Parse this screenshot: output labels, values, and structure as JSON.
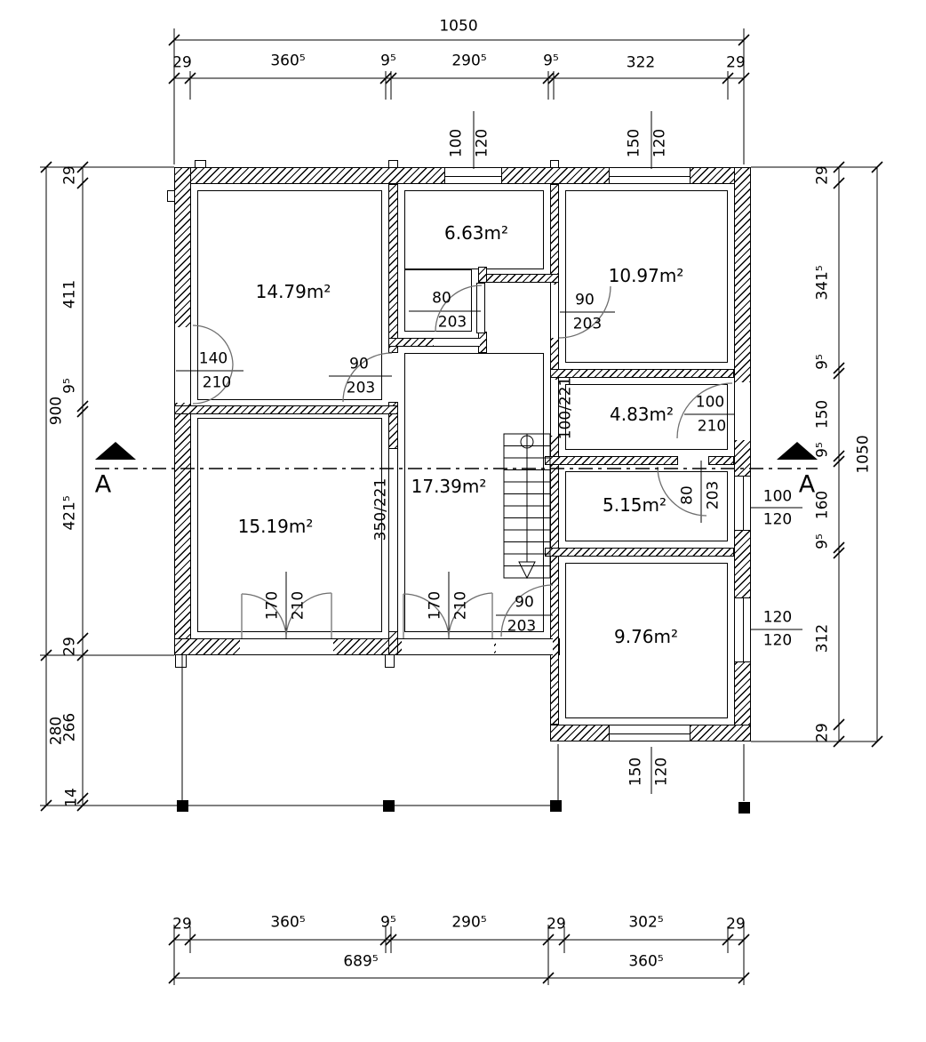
{
  "drawing": {
    "section_marker": "A",
    "rooms": {
      "r1479": "14.79m²",
      "r663": "6.63m²",
      "r1097": "10.97m²",
      "r483": "4.83m²",
      "r1739": "17.39m²",
      "r515": "5.15m²",
      "r1519": "15.19m²",
      "r976": "9.76m²"
    },
    "doors": {
      "left_entry": {
        "w": "140",
        "h": "210"
      },
      "living_upper": {
        "w": "90",
        "h": "203"
      },
      "mid_upper": {
        "w": "80",
        "h": "203"
      },
      "upper_right": {
        "w": "90",
        "h": "203"
      },
      "right_balcony": {
        "w": "100",
        "h": "210"
      },
      "small_right": {
        "w": "80",
        "h": "203"
      },
      "main_entry": {
        "w": "90",
        "h": "203"
      },
      "french_left": {
        "w": "170",
        "h": "210"
      },
      "french_mid": {
        "w": "170",
        "h": "210"
      }
    },
    "windows": {
      "top_left": {
        "w": "100",
        "h": "120"
      },
      "top_right": {
        "w": "150",
        "h": "120"
      },
      "right_upper": {
        "w": "100",
        "h": "120"
      },
      "right_lower": {
        "w": "120",
        "h": "120"
      },
      "bottom": {
        "w": "150",
        "h": "120"
      }
    },
    "openings": {
      "hall_wide": "350/221",
      "corridor": "100/221"
    },
    "dims": {
      "top": {
        "total": "1050",
        "segs": [
          "29",
          "360⁵",
          "9⁵",
          "290⁵",
          "9⁵",
          "322",
          "29"
        ]
      },
      "bottom": {
        "segs": [
          "29",
          "360⁵",
          "9⁵",
          "290⁵",
          "29",
          "302⁵",
          "29"
        ],
        "totals": [
          "689⁵",
          "360⁵"
        ]
      },
      "left": {
        "total": "900",
        "segs": [
          "29",
          "411",
          "9⁵",
          "421⁵",
          "29"
        ],
        "lower_total": "280",
        "lower_segs": [
          "266",
          "14"
        ]
      },
      "right": {
        "total": "1050",
        "segs": [
          "29",
          "341⁵",
          "9⁵",
          "150",
          "9⁵",
          "160",
          "9⁵",
          "312",
          "29"
        ]
      }
    }
  }
}
